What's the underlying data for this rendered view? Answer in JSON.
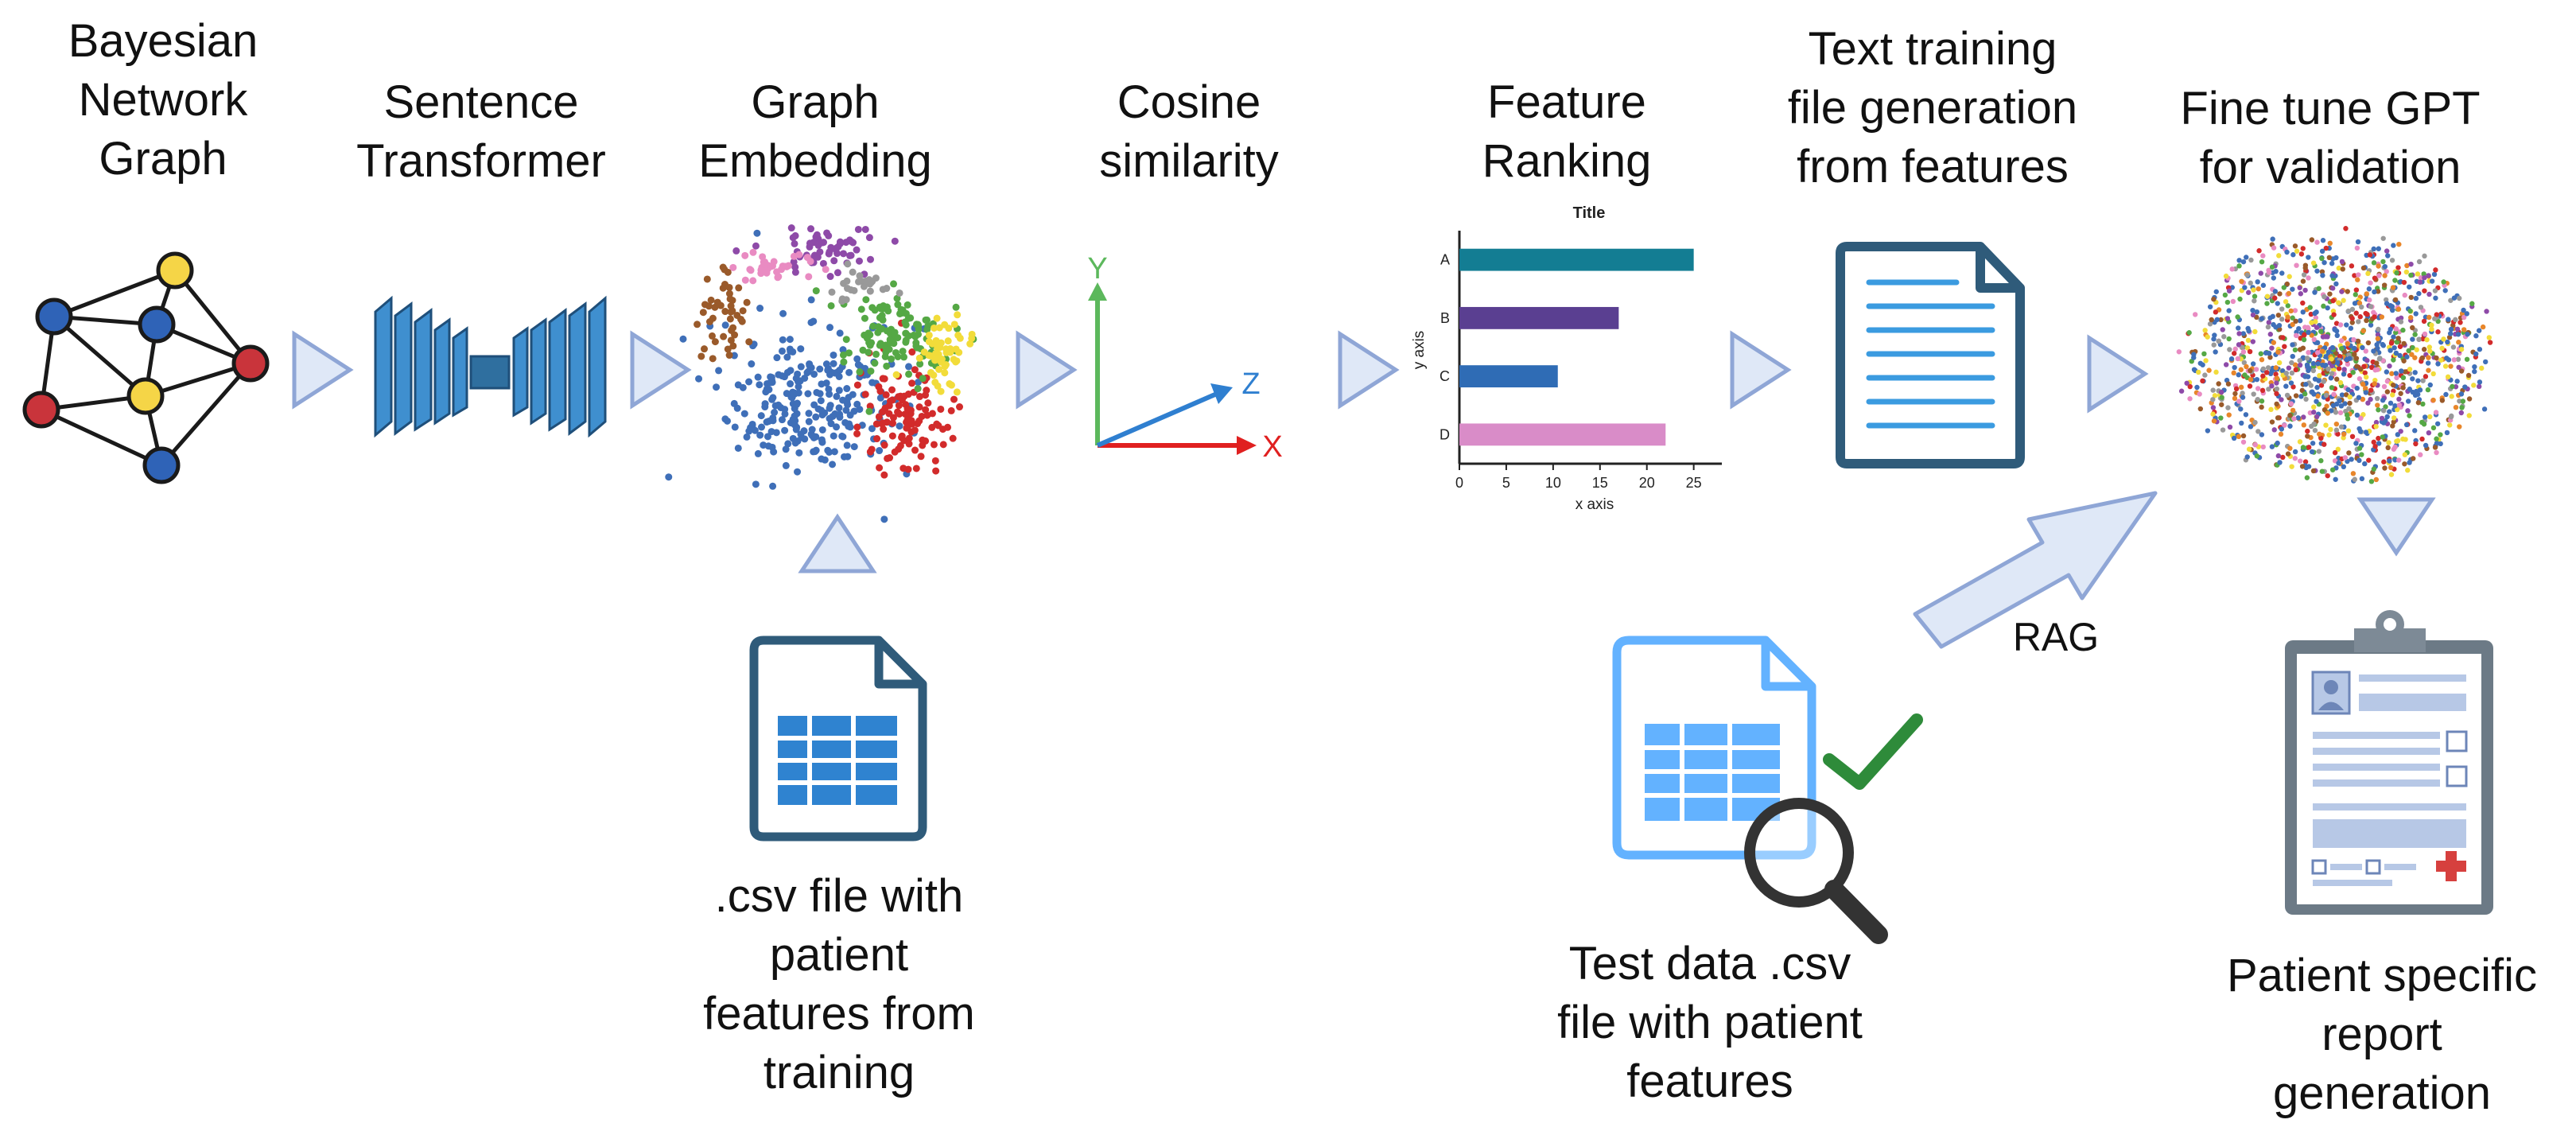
{
  "steps": {
    "bayesian": "Bayesian\nNetwork\nGraph",
    "sentence": "Sentence\nTransformer",
    "graph_embedding": "Graph\nEmbedding",
    "cosine": "Cosine\nsimilarity",
    "feature_ranking": "Feature\nRanking",
    "text_training": "Text training\nfile generation\nfrom features",
    "fine_tune": "Fine tune GPT\nfor validation",
    "csv_training": ".csv file with\npatient\nfeatures from\ntraining",
    "test_data": "Test data .csv\nfile with patient\nfeatures",
    "patient_report": "Patient specific\nreport\ngeneration"
  },
  "rag_label": "RAG",
  "axes_icon": {
    "x": "X",
    "y": "Y",
    "z": "Z"
  },
  "colors": {
    "arrow_fill": "#dfe8f7",
    "arrow_stroke": "#8fa6d6",
    "doc_dark": "#2f5b7a",
    "doc_blue": "#3b9be0",
    "doc_light": "#63b2ff",
    "check_green": "#2e8b3a"
  },
  "chart_data": {
    "type": "bar",
    "orientation": "horizontal",
    "title": "Title",
    "xlabel": "x axis",
    "ylabel": "y axis",
    "categories": [
      "A",
      "B",
      "C",
      "D"
    ],
    "values": [
      25,
      17,
      10.5,
      22
    ],
    "colors": [
      "#137d93",
      "#5a3f91",
      "#2f6cb5",
      "#d98cc8"
    ],
    "xlim": [
      0,
      28
    ],
    "xticks": [
      0,
      5,
      10,
      15,
      20,
      25
    ],
    "grid": false
  }
}
